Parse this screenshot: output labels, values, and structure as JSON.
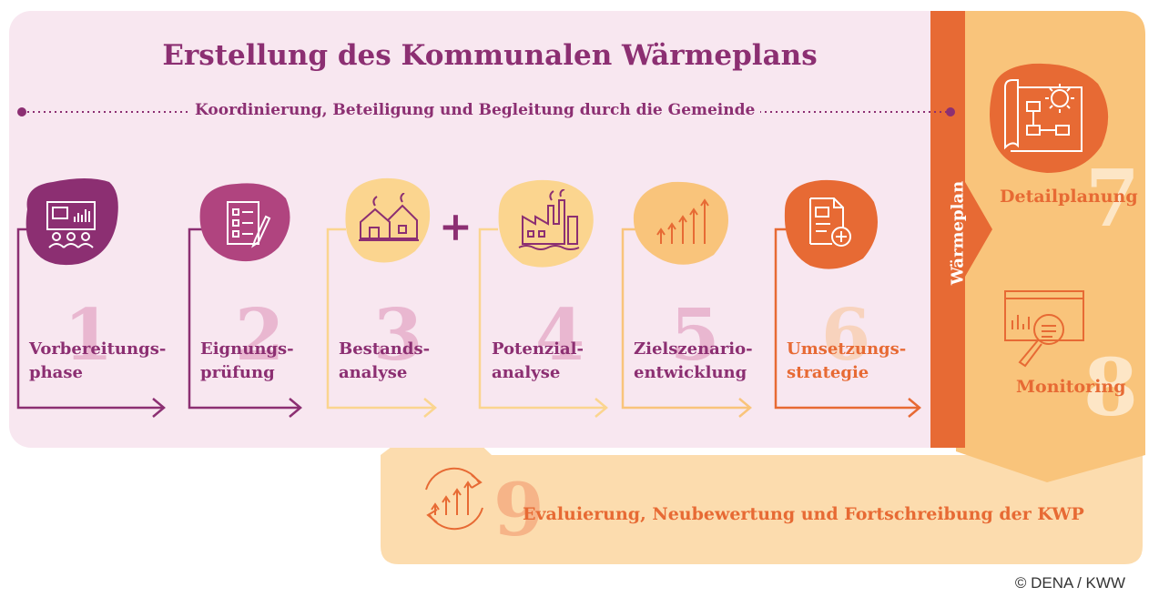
{
  "title": "Erstellung des Kommunalen Wärmeplans",
  "coordination": "Koordinierung, Beteiligung und Begleitung durch die Gemeinde",
  "plus": "+",
  "steps": [
    {
      "number": "1",
      "line1": "Vorbereitungs-",
      "line2": "phase",
      "icon": "presentation-icon"
    },
    {
      "number": "2",
      "line1": "Eignungs-",
      "line2": "prüfung",
      "icon": "checklist-icon"
    },
    {
      "number": "3",
      "line1": "Bestands-",
      "line2": "analyse",
      "icon": "houses-icon"
    },
    {
      "number": "4",
      "line1": "Potenzial-",
      "line2": "analyse",
      "icon": "factory-icon"
    },
    {
      "number": "5",
      "line1": "Zielszenario-",
      "line2": "entwicklung",
      "icon": "growth-arrows-icon"
    },
    {
      "number": "6",
      "line1": "Umsetzungs-",
      "line2": "strategie",
      "icon": "document-add-icon"
    }
  ],
  "waermeplan": "Wärmeplan",
  "side_steps": [
    {
      "number": "7",
      "label": "Detailplanung",
      "icon": "blueprint-gear-icon"
    },
    {
      "number": "8",
      "label": "Monitoring",
      "icon": "monitor-magnifier-icon"
    }
  ],
  "evaluation": {
    "number": "9",
    "label": "Evaluierung, Neubewertung und Fortschreibung der KWP",
    "icon": "cycle-arrows-icon"
  },
  "credit": "© DENA / KWW",
  "colors": {
    "purple_dark": "#8c2f72",
    "purple": "#b0447f",
    "pink_bg": "#f8e7f0",
    "yellow": "#fbd58f",
    "orange": "#e76a34",
    "orange_light": "#f9c47b",
    "orange_bg": "#fcdcae"
  }
}
